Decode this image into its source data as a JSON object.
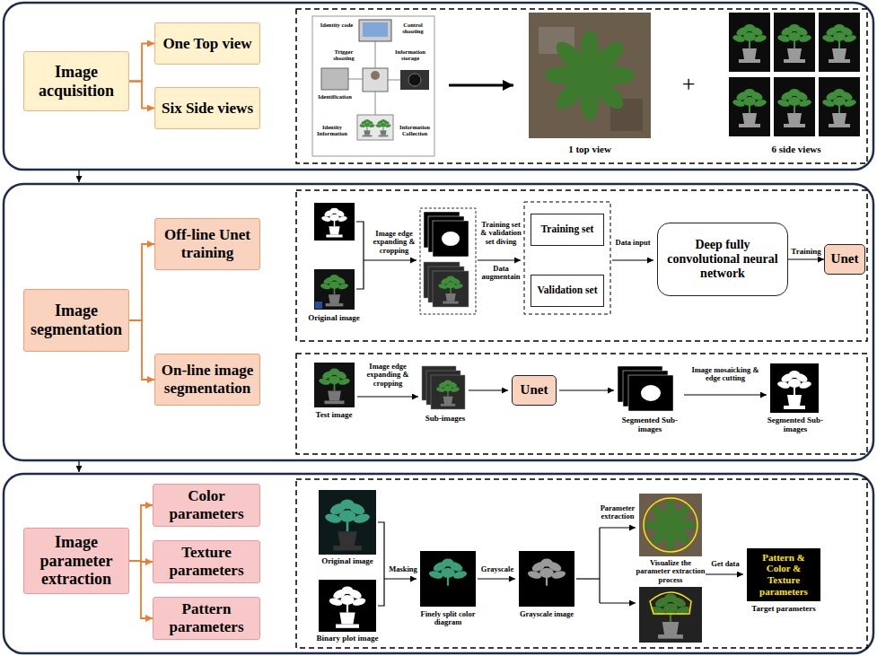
{
  "diagram": {
    "nodes": [
      {
        "text": [
          "Image acquisition"
        ]
      },
      {
        "text": [
          "One Top view"
        ]
      },
      {
        "text": [
          "Six Side views"
        ]
      },
      {
        "text": [
          "Image segmentation"
        ]
      },
      {
        "text": [
          "Off-line Unet training"
        ]
      },
      {
        "text": [
          "On-line image segmentation"
        ]
      },
      {
        "text": [
          "Training set"
        ]
      },
      {
        "text": [
          "Validation set"
        ]
      },
      {
        "text": [
          "Deep fully convolutional neural network"
        ]
      },
      {
        "text": [
          "Unet"
        ]
      },
      {
        "text": [
          "Unet"
        ]
      },
      {
        "text": [
          "Image parameter extraction"
        ]
      },
      {
        "text": [
          "Color parameters"
        ]
      },
      {
        "text": [
          "Texture parameters"
        ]
      },
      {
        "text": [
          "Pattern parameters"
        ]
      },
      {
        "text": [
          "Pattern & Color & Texture parameters"
        ]
      }
    ],
    "edges": [
      {
        "from": 0,
        "to": 1,
        "arrow": "to"
      },
      {
        "from": 0,
        "to": 2,
        "arrow": "to"
      },
      {
        "from": 3,
        "to": 4,
        "arrow": "to"
      },
      {
        "from": 3,
        "to": 5,
        "arrow": "to"
      },
      {
        "from": 8,
        "to": 9,
        "label": "Training",
        "arrow": "to"
      },
      {
        "from": 11,
        "to": 12,
        "arrow": "to"
      },
      {
        "from": 11,
        "to": 13,
        "arrow": "to"
      },
      {
        "from": 11,
        "to": 14,
        "arrow": "to"
      }
    ],
    "labels": [
      "Identity code",
      "Control shooting",
      "Trigger shooting",
      "Information storage",
      "Identification",
      "Identity Information",
      "Information Collection",
      "1 top view",
      "+",
      "6 side views",
      "Original image",
      "Image edge expanding & cropping",
      "Training set & validation set diving",
      "Data augmentain",
      "Data input",
      "Test image",
      "Image edge expanding & cropping",
      "Sub-images",
      "Segmented Sub-images",
      "Image mosaicking & edge cutting",
      "Segmented Sub-images",
      "Original image",
      "Binary plot image",
      "Masking",
      "Finely split color diagram",
      "Grayscale",
      "Grayscale image",
      "Parameter extraction",
      "Visualize the parameter extraction process",
      "Get data",
      "Target parameters"
    ]
  }
}
